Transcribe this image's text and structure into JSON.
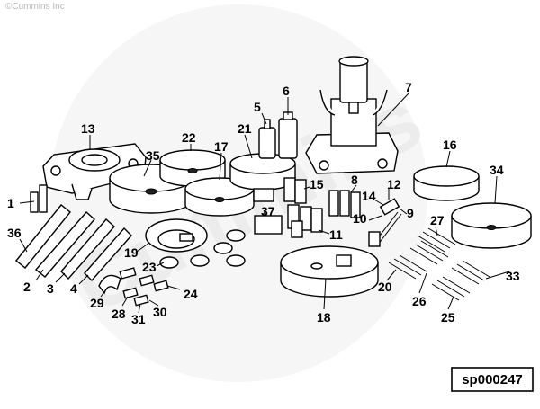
{
  "copyright": "©Cummins Inc",
  "watermark": "Cummins",
  "reference_code": "sp000247",
  "callouts": [
    {
      "id": "1",
      "label": "1"
    },
    {
      "id": "2",
      "label": "2"
    },
    {
      "id": "3",
      "label": "3"
    },
    {
      "id": "4",
      "label": "4"
    },
    {
      "id": "5",
      "label": "5"
    },
    {
      "id": "6",
      "label": "6"
    },
    {
      "id": "7",
      "label": "7"
    },
    {
      "id": "8",
      "label": "8"
    },
    {
      "id": "9",
      "label": "9"
    },
    {
      "id": "10",
      "label": "10"
    },
    {
      "id": "11",
      "label": "11"
    },
    {
      "id": "12",
      "label": "12"
    },
    {
      "id": "13",
      "label": "13"
    },
    {
      "id": "14",
      "label": "14"
    },
    {
      "id": "15",
      "label": "15"
    },
    {
      "id": "16",
      "label": "16"
    },
    {
      "id": "17",
      "label": "17"
    },
    {
      "id": "18",
      "label": "18"
    },
    {
      "id": "19",
      "label": "19"
    },
    {
      "id": "20",
      "label": "20"
    },
    {
      "id": "21",
      "label": "21"
    },
    {
      "id": "22",
      "label": "22"
    },
    {
      "id": "23",
      "label": "23"
    },
    {
      "id": "24",
      "label": "24"
    },
    {
      "id": "25",
      "label": "25"
    },
    {
      "id": "26",
      "label": "26"
    },
    {
      "id": "27",
      "label": "27"
    },
    {
      "id": "28",
      "label": "28"
    },
    {
      "id": "29",
      "label": "29"
    },
    {
      "id": "30",
      "label": "30"
    },
    {
      "id": "31",
      "label": "31"
    },
    {
      "id": "33",
      "label": "33"
    },
    {
      "id": "34",
      "label": "34"
    },
    {
      "id": "35",
      "label": "35"
    },
    {
      "id": "36",
      "label": "36"
    },
    {
      "id": "37",
      "label": "37"
    }
  ]
}
